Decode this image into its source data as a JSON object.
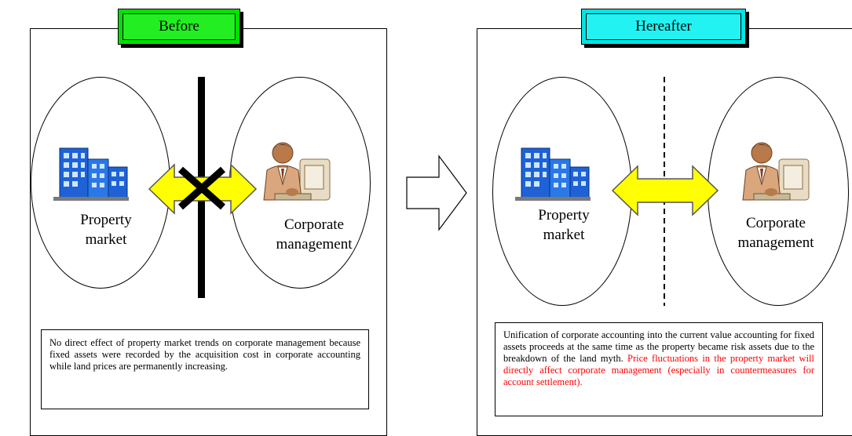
{
  "before": {
    "title": "Before",
    "left_label": "Property market",
    "right_label": "Corporate management",
    "description": "No direct effect of property market trends on corporate management because fixed assets were recorded by the acquisition cost in corporate accounting while land prices are permanently increasing."
  },
  "after": {
    "title": "Hereafter",
    "left_label": "Property market",
    "right_label": "Corporate management",
    "description_plain": "Unification of corporate accounting into the current value accounting for fixed assets proceeds at the same time as the property became risk assets due to the breakdown of the land myth.",
    "description_highlight": "Price fluctuations in the property market will directly affect corporate management (especially in countermeasures for account settlement)."
  },
  "colors": {
    "before_title_bg": "#22ee22",
    "after_title_bg": "#22f2f2",
    "arrow_fill": "#ffff00",
    "highlight_text": "#ff0000"
  },
  "icons": {
    "building": "building-icon",
    "worker": "office-worker-icon",
    "transition": "right-arrow-icon"
  }
}
